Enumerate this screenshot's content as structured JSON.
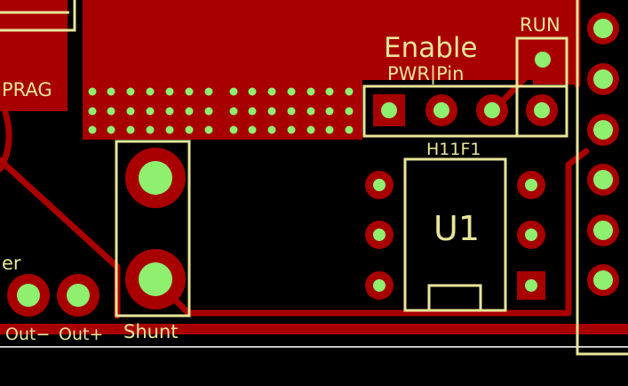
{
  "view": "pcb-layout",
  "colors": {
    "background": "#000000",
    "copper": "#a80000",
    "silkscreen": "#e8e59a",
    "pad": "#8fef6f",
    "edge": "#c8c8c8"
  },
  "labels": {
    "prag": "PRAG",
    "enable": "Enable",
    "pwr_pin": "PWR|Pin",
    "run": "RUN",
    "h11f1": "H11F1",
    "u1": "U1",
    "er": "er",
    "out_minus": "Out−",
    "out_plus": "Out+",
    "shunt": "Shunt"
  }
}
